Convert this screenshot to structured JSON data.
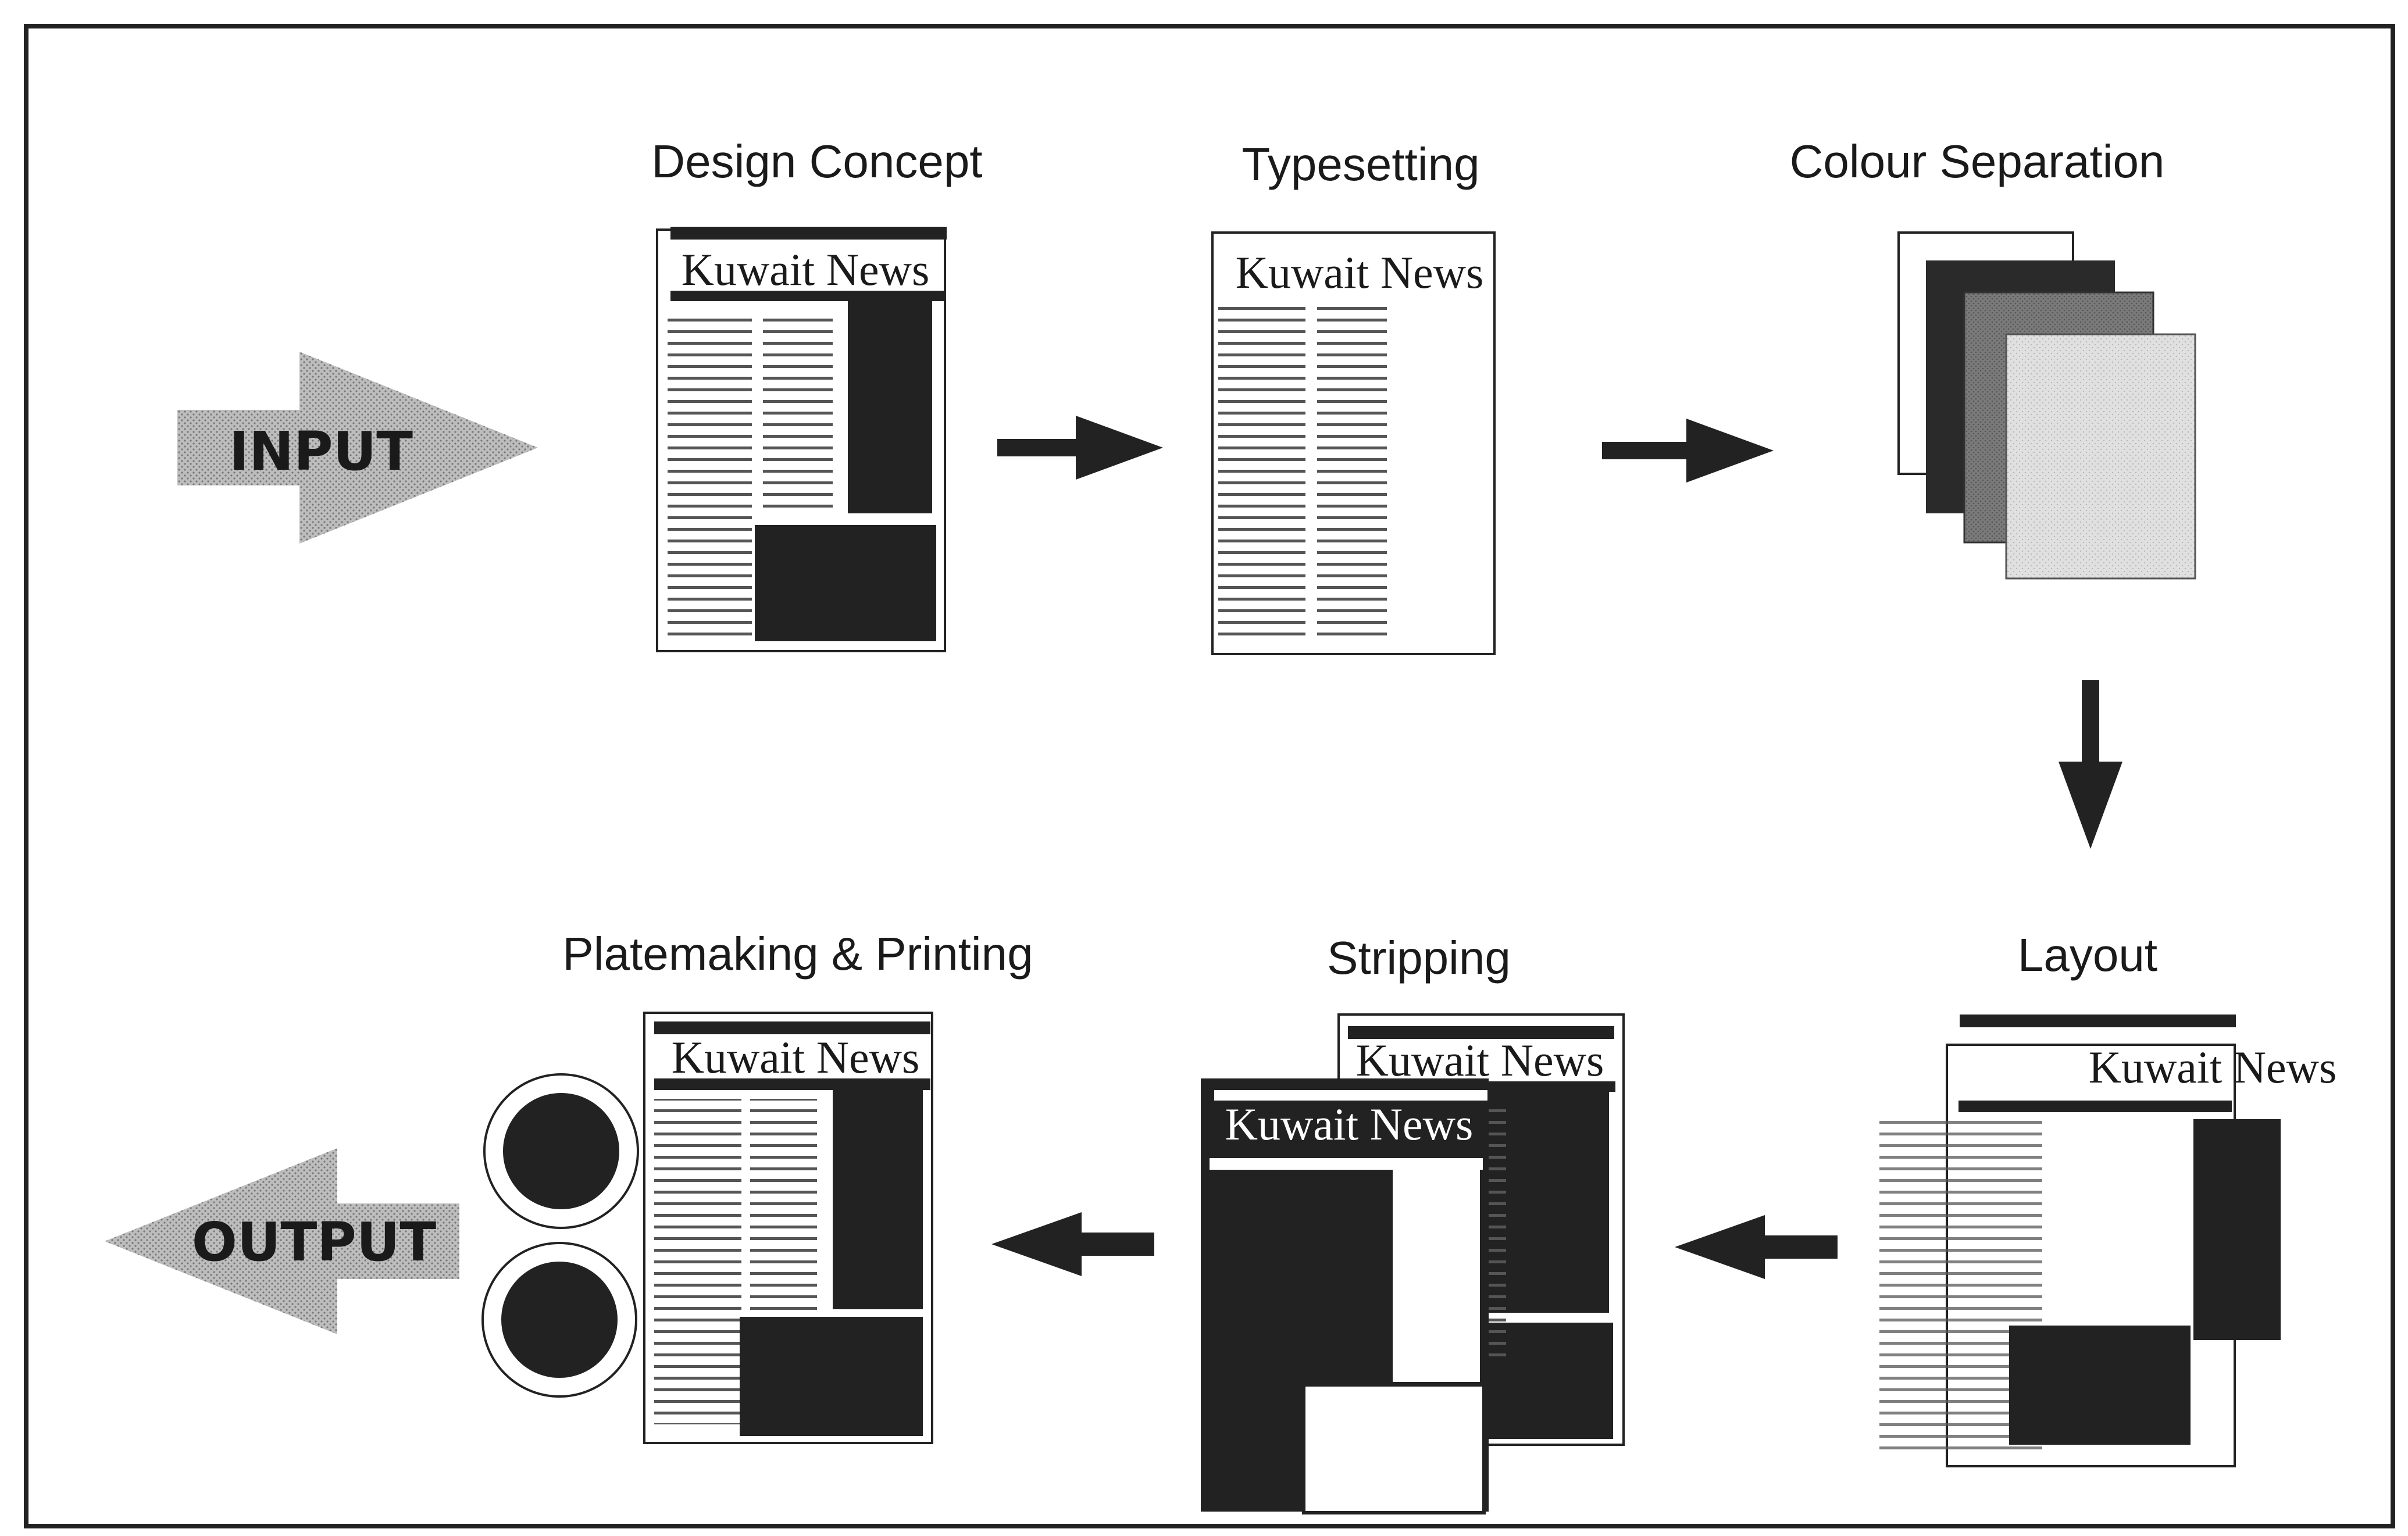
{
  "stages": {
    "input": "INPUT",
    "design_concept": "Design Concept",
    "typesetting": "Typesetting",
    "colour_separation": "Colour Separation",
    "layout": "Layout",
    "stripping": "Stripping",
    "platemaking_printing": "Platemaking & Printing",
    "output": "OUTPUT"
  },
  "masthead": "Kuwait News",
  "colors": {
    "ink": "#222222",
    "paper": "#ffffff",
    "io_arrow": "#a8a8a8",
    "separation_dark": "#2a2a2a",
    "separation_mid": "#6e6e6e",
    "separation_light": "#d8d8d8"
  }
}
